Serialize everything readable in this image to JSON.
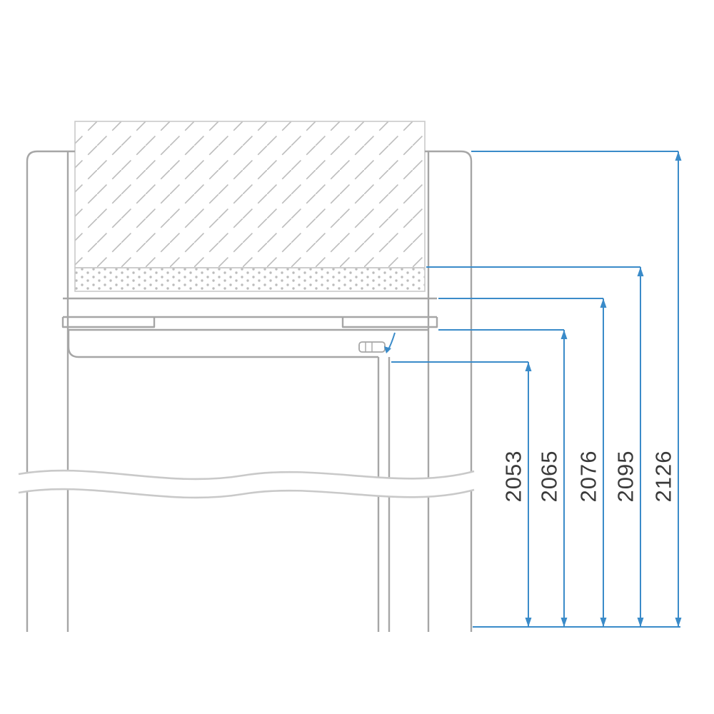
{
  "diagram": {
    "dimension_labels": [
      "2053",
      "2065",
      "2076",
      "2095",
      "2126"
    ],
    "icons": {
      "fixing_arrow": "curved-down-arrow"
    },
    "colors": {
      "dimension_blue": "#3a8bc9",
      "structure_gray": "#a6a6a6",
      "light_gray": "#c9c9c9",
      "hatch_gray": "#bcbcbc",
      "label_text": "#3a3a3a"
    }
  }
}
